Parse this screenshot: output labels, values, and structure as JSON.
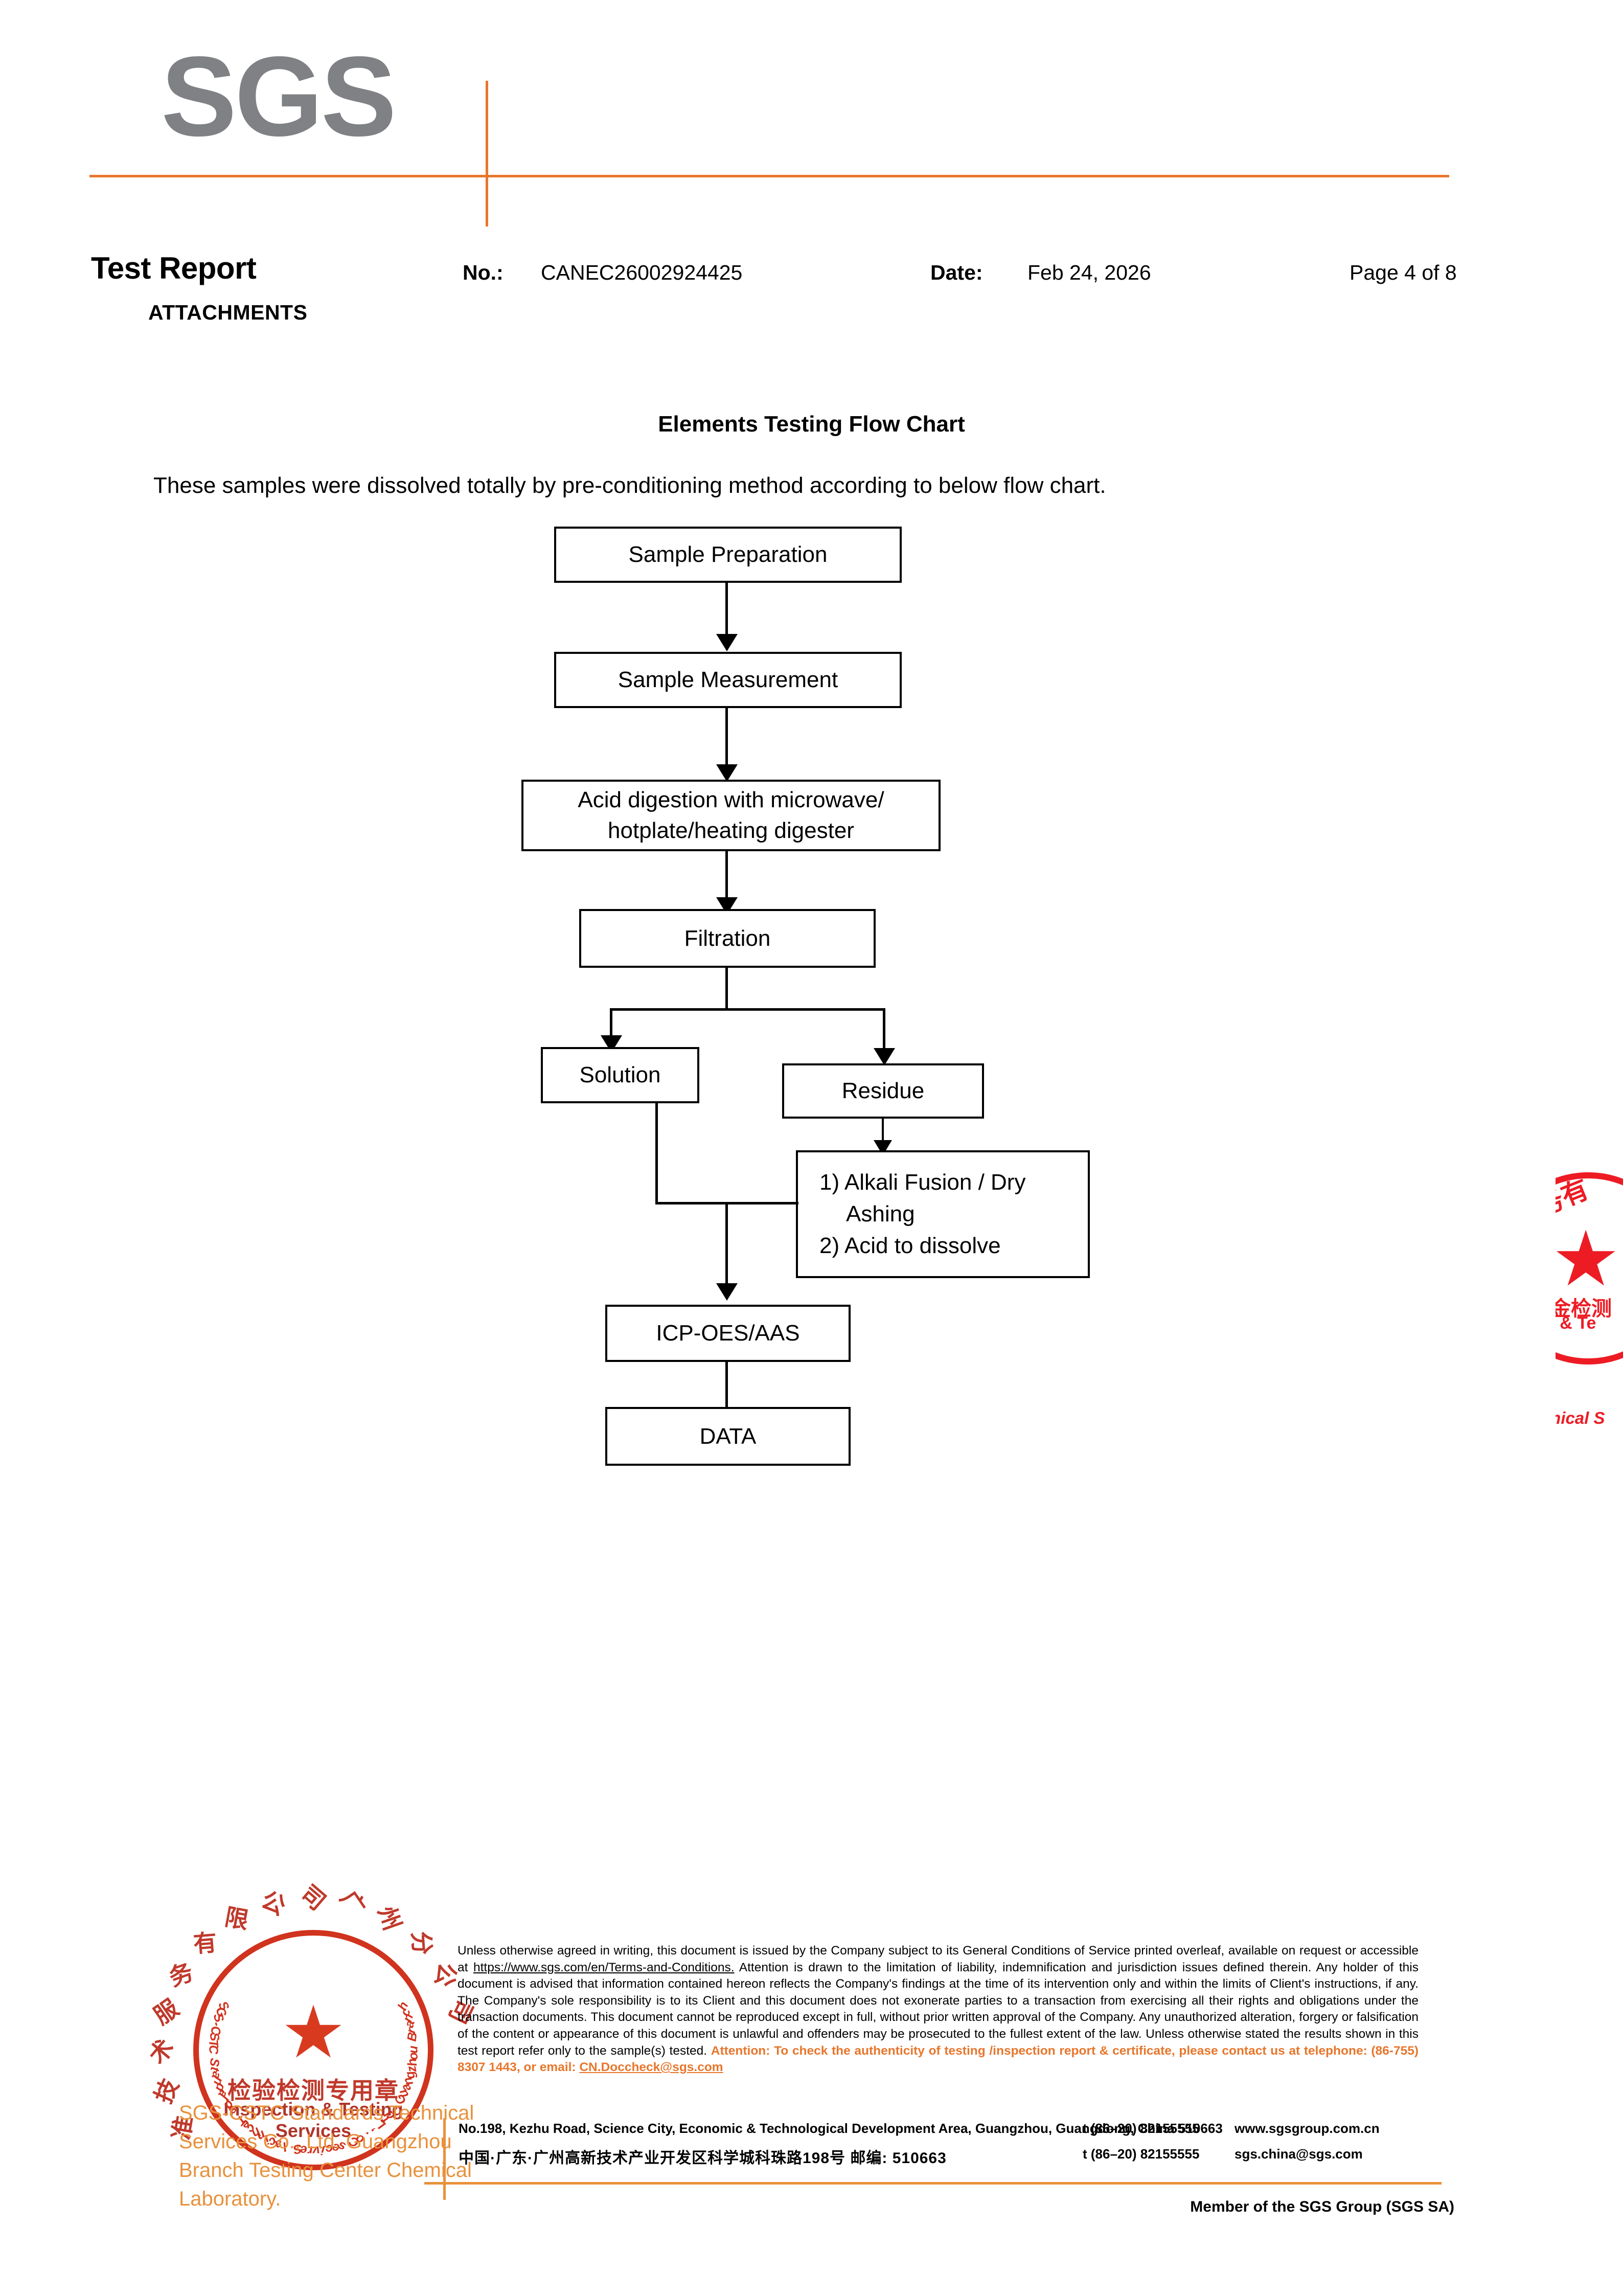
{
  "brand": {
    "logo_text": "SGS",
    "accent_orange": "#E8762C",
    "logo_gray": "#808184",
    "seal_red": "#D0331E"
  },
  "header": {
    "title": "Test Report",
    "subtitle": "ATTACHMENTS",
    "no_label": "No.:",
    "no_value": "CANEC26002924425",
    "date_label": "Date:",
    "date_value": "Feb 24, 2026",
    "page": "Page 4 of 8"
  },
  "main": {
    "section_title": "Elements Testing Flow Chart",
    "intro": "These samples were dissolved totally by pre-conditioning method according to below flow chart."
  },
  "chart_data": {
    "type": "diagram",
    "title": "Elements Testing Flow Chart",
    "nodes": [
      {
        "id": "prep",
        "label": "Sample Preparation"
      },
      {
        "id": "measure",
        "label": "Sample Measurement"
      },
      {
        "id": "digest",
        "label": "Acid digestion with microwave/ hotplate/heating digester",
        "line1": "Acid digestion with microwave/",
        "line2": "hotplate/heating digester"
      },
      {
        "id": "filter",
        "label": "Filtration"
      },
      {
        "id": "solution",
        "label": "Solution"
      },
      {
        "id": "residue",
        "label": "Residue"
      },
      {
        "id": "fusion",
        "label": "1) Alkali Fusion / Dry Ashing  2) Acid to dissolve",
        "line1": "1) Alkali Fusion / Dry",
        "line2": "Ashing",
        "line3": "2) Acid to dissolve"
      },
      {
        "id": "icp",
        "label": "ICP-OES/AAS"
      },
      {
        "id": "data",
        "label": "DATA"
      }
    ],
    "edges": [
      {
        "from": "prep",
        "to": "measure"
      },
      {
        "from": "measure",
        "to": "digest"
      },
      {
        "from": "digest",
        "to": "filter"
      },
      {
        "from": "filter",
        "to": "solution"
      },
      {
        "from": "filter",
        "to": "residue"
      },
      {
        "from": "residue",
        "to": "fusion"
      },
      {
        "from": "solution",
        "to": "icp"
      },
      {
        "from": "fusion",
        "to": "icp"
      },
      {
        "from": "icp",
        "to": "data"
      }
    ]
  },
  "seal": {
    "arc_top": "准技术服务有限公司广州分公司",
    "center_cn": "检验检测专用章",
    "center_en": "Inspection & Testing Services",
    "arc_bottom": "SGS-CSTC Standards Technical Services Co., Ltd. Guangzhou Branch",
    "star": "★"
  },
  "watermark_right": {
    "arc_text": "务有",
    "cn": "金检测",
    "en": "n & Te",
    "italic": "hnical S",
    "star": "★"
  },
  "footer": {
    "company_name": "SGS-CSTC Standards Technical  Services Co., Ltd. Guangzhou Branch Testing Center Chemical Laboratory.",
    "legal_part1": "Unless otherwise agreed in writing, this document is issued by the Company subject to its General Conditions of Service printed overleaf, available on request or accessible at ",
    "legal_link": "https://www.sgs.com/en/Terms-and-Conditions.",
    "legal_part2": " Attention is drawn to the limitation of liability, indemnification and jurisdiction issues defined therein. Any holder of this document is advised that information contained hereon reflects the Company's findings at the time of its intervention only and within the limits of Client's instructions, if any. The Company's sole responsibility is to its Client and this document does not exonerate parties to a transaction from exercising all their rights and obligations under the transaction documents. This document cannot be reproduced except in full, without prior written approval of the Company. Any unauthorized alteration, forgery or falsification of the content or appearance of this document is unlawful and offenders may be prosecuted to the fullest extent of the law. Unless otherwise stated the results shown in this test report refer only to the sample(s) tested.",
    "attention_text": "Attention: To check the authenticity of testing /inspection report & certificate, please contact us at telephone: (86-755) 8307 1443, or email: ",
    "attention_email": "CN.Doccheck@sgs.com",
    "address_en": "No.198, Kezhu Road, Science City, Economic & Technological Development Area, Guangzhou, Guangdong, China 510663",
    "address_cn": "中国·广东·广州高新技术产业开发区科学城科珠路198号   邮编: 510663",
    "tel_1": "t (86–20) 82155555",
    "web_1": "www.sgsgroup.com.cn",
    "tel_2": "t (86–20) 82155555",
    "web_2": "sgs.china@sgs.com",
    "member": "Member of the SGS Group (SGS SA)"
  }
}
